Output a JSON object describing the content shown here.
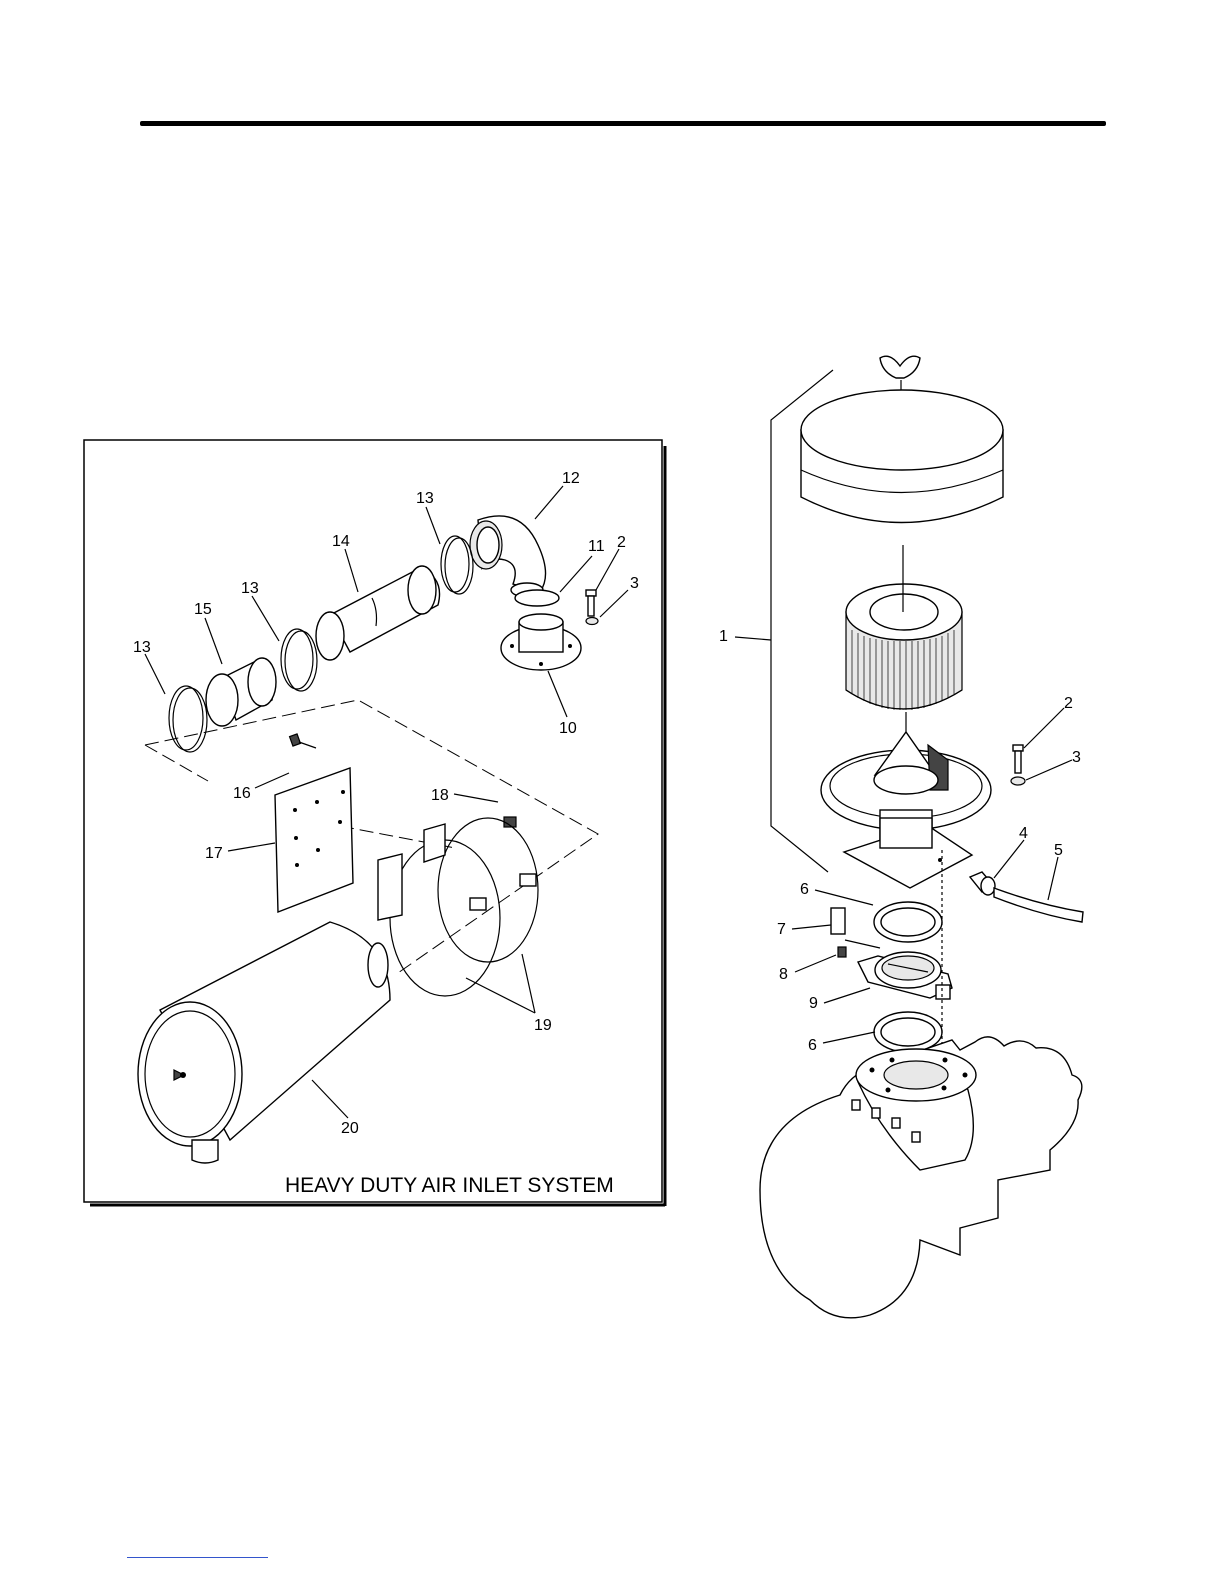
{
  "caption": "HEAVY DUTY AIR INLET SYSTEM",
  "left_callouts": {
    "c12": "12",
    "c13a": "13",
    "c14": "14",
    "c11": "11",
    "c2": "2",
    "c3": "3",
    "c13b": "13",
    "c15": "15",
    "c13c": "13",
    "c10": "10",
    "c16": "16",
    "c18": "18",
    "c17": "17",
    "c19": "19",
    "c20": "20"
  },
  "right_callouts": {
    "c1": "1",
    "c2": "2",
    "c3": "3",
    "c4": "4",
    "c5": "5",
    "c6a": "6",
    "c7": "7",
    "c8": "8",
    "c9": "9",
    "c6b": "6"
  }
}
